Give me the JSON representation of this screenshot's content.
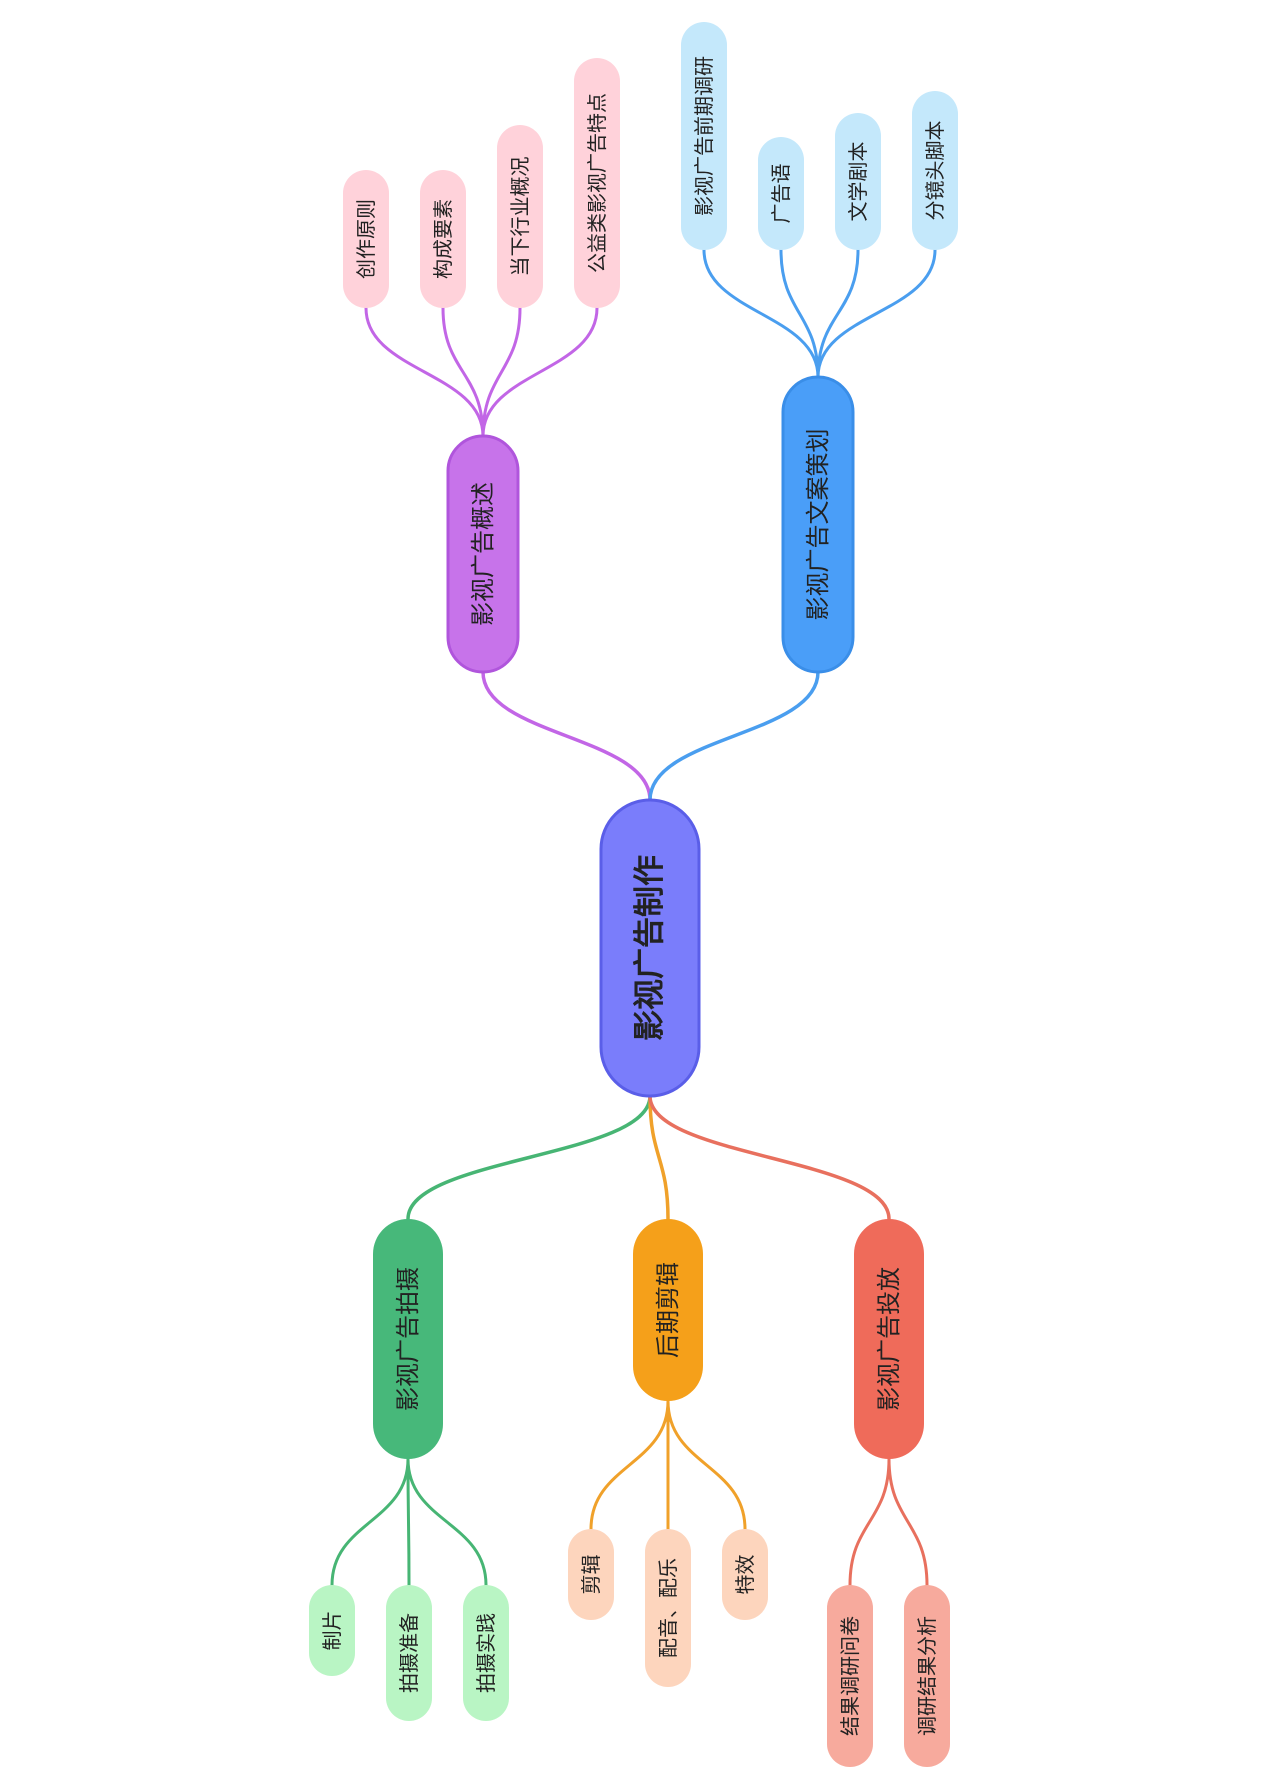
{
  "colors": {
    "root": {
      "fill": "#7a7dfb",
      "stroke": "#5a5ee8"
    },
    "overview": {
      "branch": "#c266e6",
      "fill": "#c773ea",
      "stroke": "#b055dc",
      "leaf": "#ffd2da"
    },
    "copywriting": {
      "branch": "#4a9eef",
      "fill": "#4a9ef8",
      "stroke": "#3a8ee8",
      "leaf": "#c4e8fb"
    },
    "shooting": {
      "branch": "#47b574",
      "fill": "#47b87a",
      "leaf": "#b9f5c4"
    },
    "editing": {
      "branch": "#f0a12a",
      "fill": "#f5a01a",
      "leaf": "#fdd5bd"
    },
    "delivery": {
      "branch": "#e8705e",
      "fill": "#ef6b5a",
      "leaf": "#f7aa9d"
    }
  },
  "root": {
    "label": "影视广告制作"
  },
  "branches": {
    "overview": {
      "label": "影视广告概述",
      "children": [
        "创作原则",
        "构成要素",
        "当下行业概况",
        "公益类影视广告特点"
      ]
    },
    "copywriting": {
      "label": "影视广告文案策划",
      "children": [
        "影视广告前期调研",
        "广告语",
        "文学剧本",
        "分镜头脚本"
      ]
    },
    "shooting": {
      "label": "影视广告拍摄",
      "children": [
        "制片",
        "拍摄准备",
        "拍摄实践"
      ]
    },
    "editing": {
      "label": "后期剪辑",
      "children": [
        "剪辑",
        "配音、配乐",
        "特效"
      ]
    },
    "delivery": {
      "label": "影视广告投放",
      "children": [
        "结果调研问卷",
        "调研结果分析"
      ]
    }
  }
}
